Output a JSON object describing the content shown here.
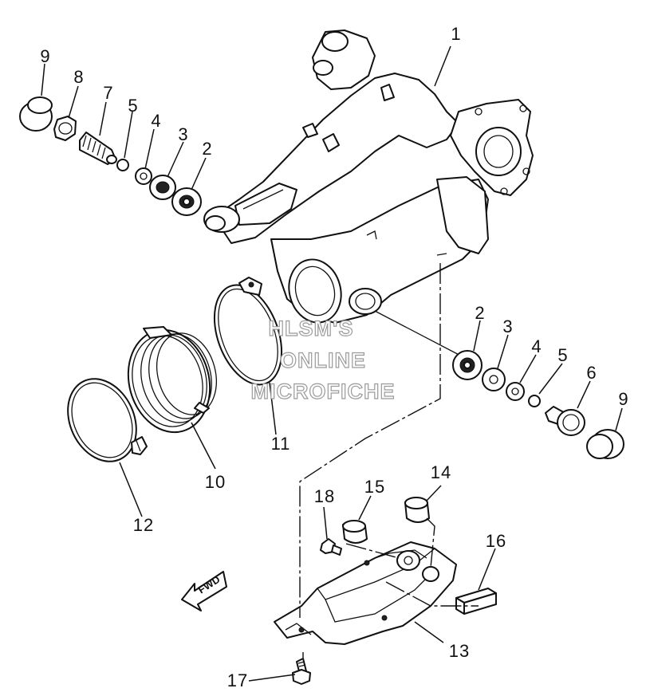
{
  "watermark": {
    "line1": "HLSM'S",
    "line2": "ONLINE",
    "line3": "MICROFICHE"
  },
  "direction_label": "FWD",
  "callouts": {
    "c1": "1",
    "c2a": "2",
    "c2b": "2",
    "c3a": "3",
    "c3b": "3",
    "c4a": "4",
    "c4b": "4",
    "c5a": "5",
    "c5b": "5",
    "c6": "6",
    "c7": "7",
    "c8": "8",
    "c9a": "9",
    "c9b": "9",
    "c10": "10",
    "c11": "11",
    "c12": "12",
    "c13": "13",
    "c14": "14",
    "c15": "15",
    "c16": "16",
    "c17": "17",
    "c18": "18"
  }
}
